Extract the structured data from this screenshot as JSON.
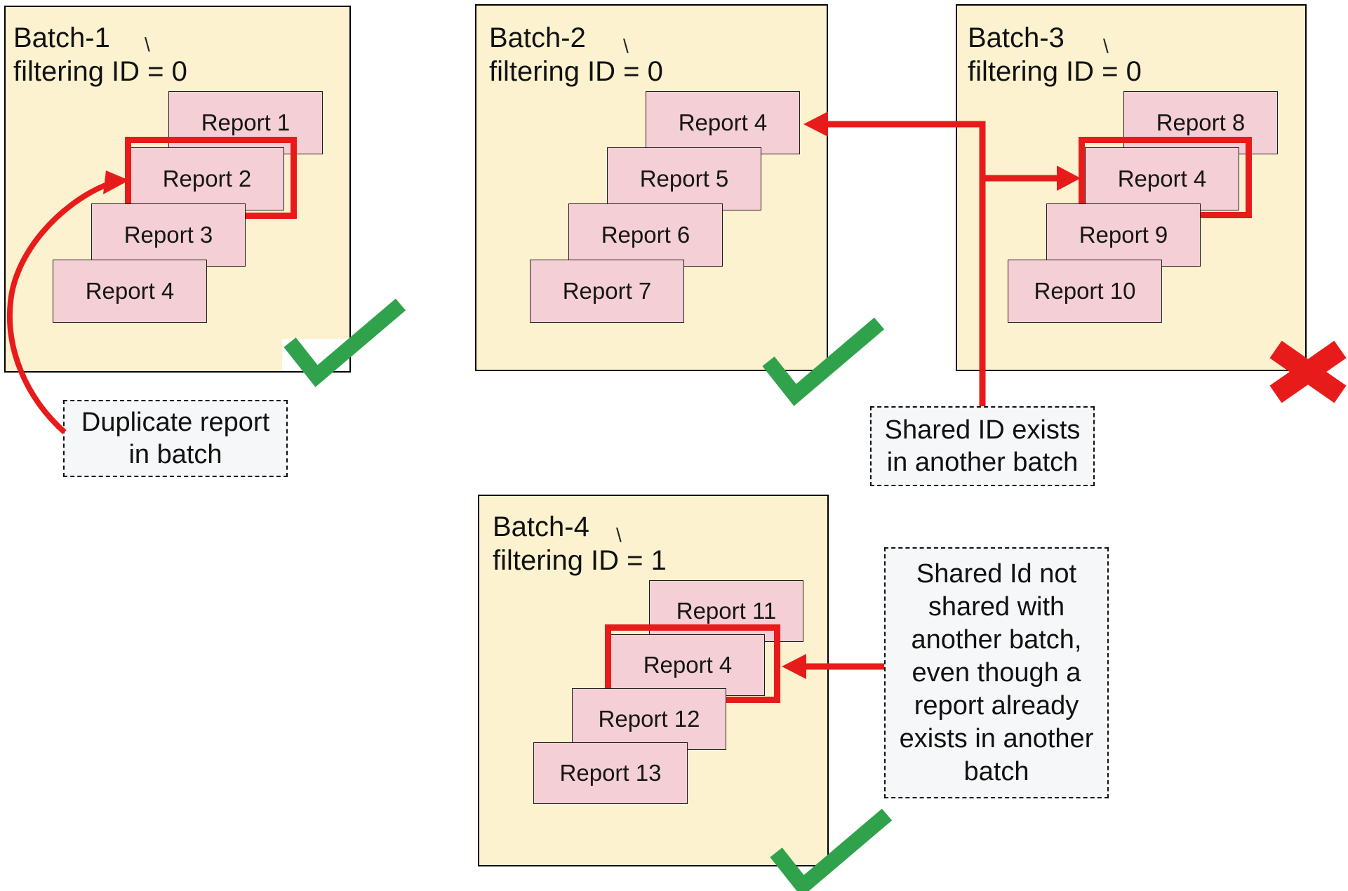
{
  "colors": {
    "red": "#e81b1b",
    "green": "#31a24c",
    "batch-fill": "#fcf2cf",
    "batch-border": "#000000",
    "card-fill": "#f4cfd5",
    "card-border": "#1c1c1c",
    "note-fill": "#f5f7f9",
    "note-border": "#111111",
    "text": "#111111"
  },
  "batches": [
    {
      "title": "Batch-1",
      "subtitle": "filtering ID = 0",
      "stray_mark": "\\",
      "reports": [
        "Report 1",
        "Report 2",
        "Report 3",
        "Report 4"
      ],
      "highlighted_report": "Report 2",
      "verdict": "pass"
    },
    {
      "title": "Batch-2",
      "subtitle": "filtering ID = 0",
      "stray_mark": "\\",
      "reports": [
        "Report 4",
        "Report 5",
        "Report 6",
        "Report 7"
      ],
      "highlighted_report": "",
      "verdict": "pass"
    },
    {
      "title": "Batch-3",
      "subtitle": "filtering ID = 0",
      "stray_mark": "\\",
      "reports": [
        "Report 8",
        "Report 4",
        "Report 9",
        "Report 10"
      ],
      "highlighted_report": "Report 4",
      "verdict": "fail"
    },
    {
      "title": "Batch-4",
      "subtitle": "filtering ID = 1",
      "stray_mark": "\\",
      "reports": [
        "Report 11",
        "Report 4",
        "Report 12",
        "Report 13"
      ],
      "highlighted_report": "Report 4",
      "verdict": "pass"
    }
  ],
  "annotations": {
    "duplicate_report": {
      "text": "Duplicate report in batch"
    },
    "shared_id_exists": {
      "text": "Shared ID exists in another batch"
    },
    "shared_id_not_shared": {
      "text": "Shared Id not shared with another batch, even though a report already exists in another batch"
    }
  }
}
